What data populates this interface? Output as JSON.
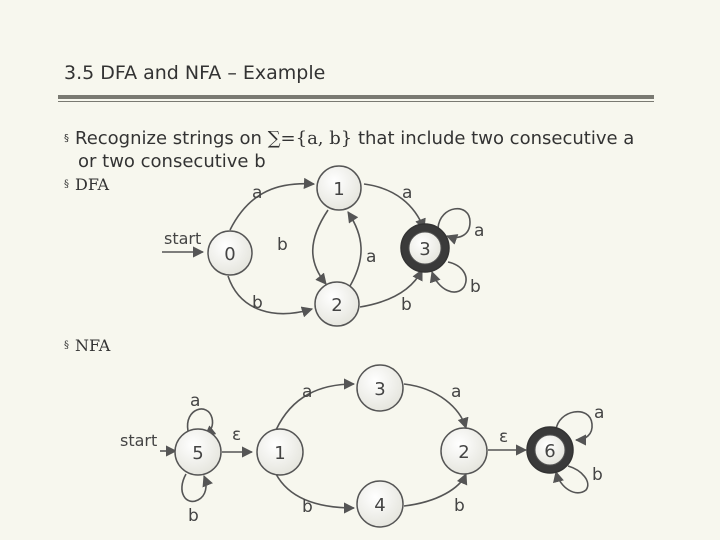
{
  "slide": {
    "title": "3.5 DFA and NFA – Example",
    "bullet_main_line1_a": "Recognize strings on ",
    "bullet_main_sigma": "∑={a, b}",
    "bullet_main_line1_b": " that include two consecutive a",
    "bullet_main_line2": "or two consecutive b",
    "bullet_dfa": "DFA",
    "bullet_nfa": "NFA",
    "bullet_marker": "§"
  },
  "dfa": {
    "start_label": "start",
    "states": [
      "0",
      "1",
      "2",
      "3"
    ],
    "accepting": [
      "3"
    ],
    "transition_labels": {
      "t0_1": "a",
      "t1_3": "a",
      "t3_loop_a": "a",
      "t3_loop_b": "b",
      "t0_2": "b",
      "t2_3": "b",
      "t1_2": "b",
      "t2_1": "a"
    }
  },
  "nfa": {
    "start_label": "start",
    "states": [
      "5",
      "1",
      "3",
      "4",
      "2",
      "6"
    ],
    "accepting": [
      "6"
    ],
    "transition_labels": {
      "t5_loop_a": "a",
      "t5_loop_b": "b",
      "t5_1": "ε",
      "t1_3": "a",
      "t3_2": "a",
      "t1_4": "b",
      "t4_2": "b",
      "t2_6": "ε",
      "t6_loop_a": "a",
      "t6_loop_b": "b"
    }
  }
}
